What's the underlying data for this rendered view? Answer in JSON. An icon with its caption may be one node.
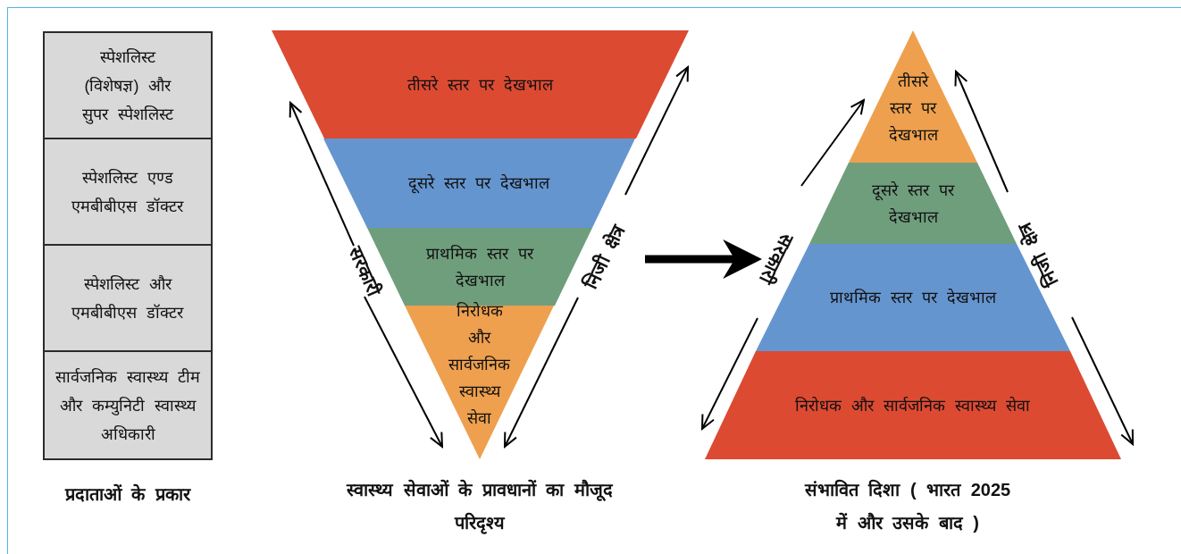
{
  "diagram": {
    "nodes": [
      {
        "text": [
          "स्पेशलिस्ट (विशेषज्ञ) और सुपर स्पेशलिस्ट"
        ]
      },
      {
        "text": [
          "स्पेशलिस्ट एण्ड एमबीबीएस डॉक्टर"
        ]
      },
      {
        "text": [
          "स्पेशलिस्ट और एमबीबीएस डॉक्टर"
        ]
      },
      {
        "text": [
          "सार्वजनिक स्वास्थ्य टीम और कम्युनिटी स्वास्थ्य अधिकारी"
        ]
      },
      {
        "text": [
          "तीसरे स्तर पर देखभाल"
        ]
      },
      {
        "text": [
          "दूसरे स्तर पर देखभाल"
        ]
      },
      {
        "text": [
          "प्राथमिक स्तर पर देखभाल"
        ]
      },
      {
        "text": [
          "निरोधक और सार्वजनिक स्वास्थ्य सेवा"
        ]
      },
      {
        "text": [
          "तीसरे स्तर पर देखभाल"
        ]
      },
      {
        "text": [
          "दूसरे स्तर पर देखभाल"
        ]
      },
      {
        "text": [
          "प्राथमिक स्तर पर देखभाल"
        ]
      },
      {
        "text": [
          "निरोधक और सार्वजनिक स्वास्थ्य सेवा"
        ]
      }
    ],
    "edges": [
      {
        "from": 6,
        "to": 10,
        "arrow": "to"
      }
    ],
    "labels": [
      "प्रदाताओं के प्रकार",
      "सरकारी",
      "निजी क्षेत्र",
      "स्वास्थ्य सेवाओं के प्रावधानों का मौजूद परिदृश्य",
      "सरकारी",
      "निजी क्षेत्र",
      "संभावित दिशा ( भारत 2025 में और उसके बाद )"
    ]
  }
}
